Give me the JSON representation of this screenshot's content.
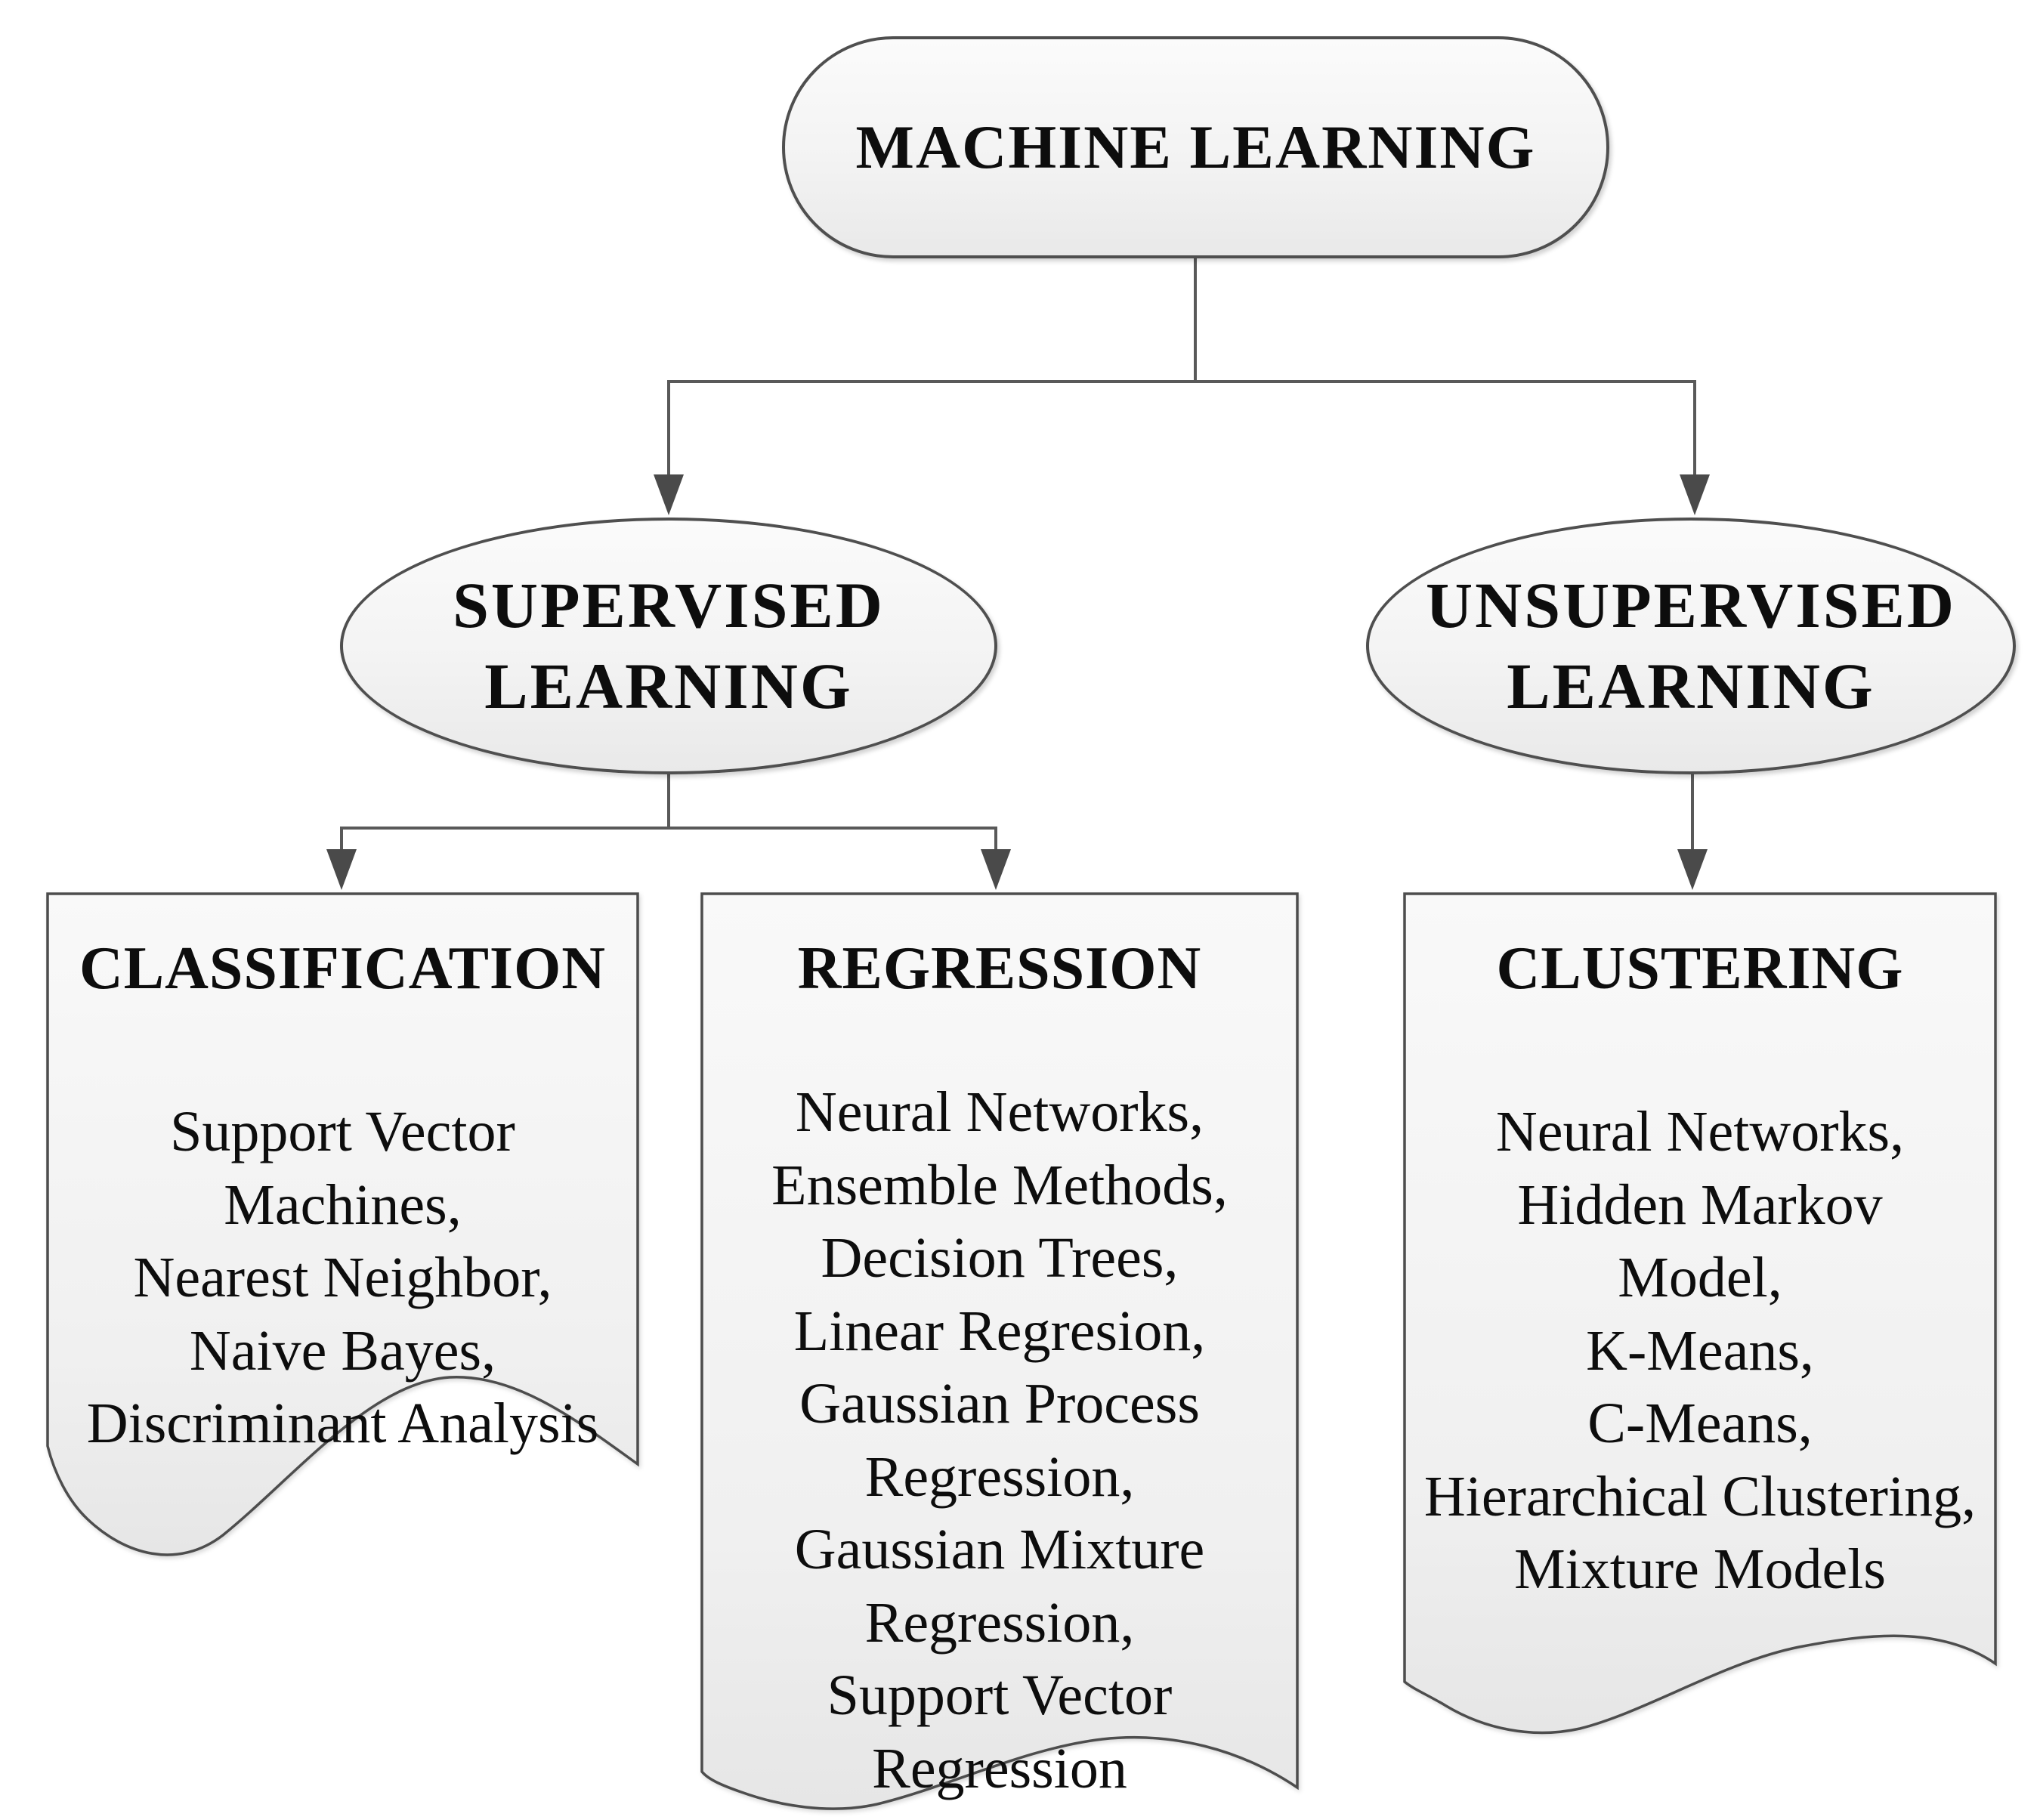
{
  "diagram": {
    "root": {
      "label": "MACHINE LEARNING"
    },
    "branches": [
      {
        "label": "SUPERVISED\nLEARNING"
      },
      {
        "label": "UNSUPERVISED\nLEARNING"
      }
    ],
    "leaves": [
      {
        "title": "CLASSIFICATION",
        "methods": "Support Vector\nMachines,\nNearest Neighbor,\nNaive Bayes,\nDiscriminant Analysis"
      },
      {
        "title": "REGRESSION",
        "methods": "Neural Networks,\nEnsemble Methods,\nDecision Trees,\nLinear Regresion,\nGaussian Process\nRegression,\nGaussian Mixture\nRegression,\nSupport Vector\nRegression"
      },
      {
        "title": "CLUSTERING",
        "methods": "Neural Networks,\nHidden Markov\nModel,\nK-Means,\nC-Means,\nHierarchical Clustering,\nMixture Models"
      }
    ],
    "colors": {
      "background": "#ffffff",
      "shape_fill_top": "#fbfbfb",
      "shape_fill_bottom": "#e9e9e9",
      "shape_border": "#4f4f4f",
      "connector": "#595959",
      "arrowhead": "#4a4a4a",
      "text": "#0d0d0d"
    }
  }
}
